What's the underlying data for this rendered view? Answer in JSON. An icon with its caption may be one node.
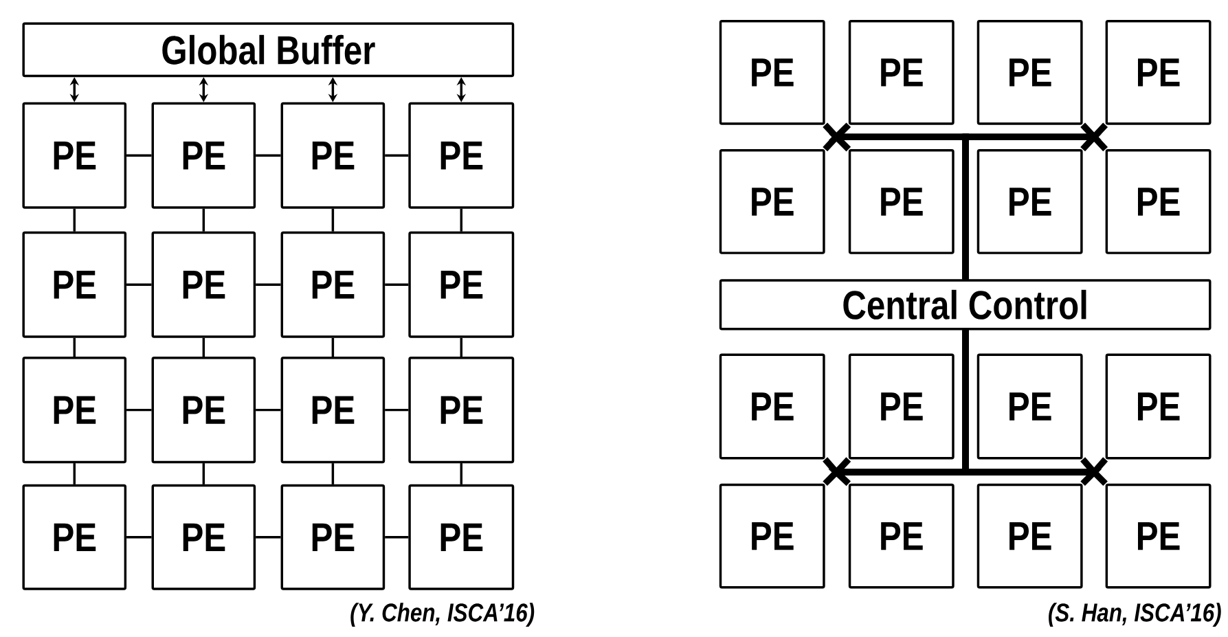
{
  "diagram": {
    "nodes": [
      {
        "text": [
          "Global Buffer"
        ]
      },
      {
        "text": [
          "PE"
        ]
      },
      {
        "text": [
          "PE"
        ]
      },
      {
        "text": [
          "PE"
        ]
      },
      {
        "text": [
          "PE"
        ]
      },
      {
        "text": [
          "PE"
        ]
      },
      {
        "text": [
          "PE"
        ]
      },
      {
        "text": [
          "PE"
        ]
      },
      {
        "text": [
          "PE"
        ]
      },
      {
        "text": [
          "PE"
        ]
      },
      {
        "text": [
          "PE"
        ]
      },
      {
        "text": [
          "PE"
        ]
      },
      {
        "text": [
          "PE"
        ]
      },
      {
        "text": [
          "PE"
        ]
      },
      {
        "text": [
          "PE"
        ]
      },
      {
        "text": [
          "PE"
        ]
      },
      {
        "text": [
          "PE"
        ]
      },
      {
        "text": [
          "PE"
        ]
      },
      {
        "text": [
          "PE"
        ]
      },
      {
        "text": [
          "PE"
        ]
      },
      {
        "text": [
          "PE"
        ]
      },
      {
        "text": [
          "PE"
        ]
      },
      {
        "text": [
          "PE"
        ]
      },
      {
        "text": [
          "PE"
        ]
      },
      {
        "text": [
          "PE"
        ]
      },
      {
        "text": [
          "Central Control"
        ]
      },
      {
        "text": [
          "PE"
        ]
      },
      {
        "text": [
          "PE"
        ]
      },
      {
        "text": [
          "PE"
        ]
      },
      {
        "text": [
          "PE"
        ]
      },
      {
        "text": [
          "PE"
        ]
      },
      {
        "text": [
          "PE"
        ]
      },
      {
        "text": [
          "PE"
        ]
      },
      {
        "text": [
          "PE"
        ]
      }
    ],
    "edges": [
      {
        "from": 0,
        "to": 1,
        "arrow": "both"
      },
      {
        "from": 0,
        "to": 2,
        "arrow": "both"
      },
      {
        "from": 0,
        "to": 3,
        "arrow": "both"
      },
      {
        "from": 0,
        "to": 4,
        "arrow": "both"
      },
      {
        "from": 1,
        "to": 2,
        "arrow": "none"
      },
      {
        "from": 2,
        "to": 3,
        "arrow": "none"
      },
      {
        "from": 3,
        "to": 4,
        "arrow": "none"
      },
      {
        "from": 5,
        "to": 6,
        "arrow": "none"
      },
      {
        "from": 6,
        "to": 7,
        "arrow": "none"
      },
      {
        "from": 7,
        "to": 8,
        "arrow": "none"
      },
      {
        "from": 9,
        "to": 10,
        "arrow": "none"
      },
      {
        "from": 10,
        "to": 11,
        "arrow": "none"
      },
      {
        "from": 11,
        "to": 12,
        "arrow": "none"
      },
      {
        "from": 13,
        "to": 14,
        "arrow": "none"
      },
      {
        "from": 14,
        "to": 15,
        "arrow": "none"
      },
      {
        "from": 15,
        "to": 16,
        "arrow": "none"
      },
      {
        "from": 1,
        "to": 5,
        "arrow": "none"
      },
      {
        "from": 5,
        "to": 9,
        "arrow": "none"
      },
      {
        "from": 9,
        "to": 13,
        "arrow": "none"
      },
      {
        "from": 2,
        "to": 6,
        "arrow": "none"
      },
      {
        "from": 6,
        "to": 10,
        "arrow": "none"
      },
      {
        "from": 10,
        "to": 14,
        "arrow": "none"
      },
      {
        "from": 3,
        "to": 7,
        "arrow": "none"
      },
      {
        "from": 7,
        "to": 11,
        "arrow": "none"
      },
      {
        "from": 11,
        "to": 15,
        "arrow": "none"
      },
      {
        "from": 4,
        "to": 8,
        "arrow": "none"
      },
      {
        "from": 8,
        "to": 12,
        "arrow": "none"
      },
      {
        "from": 12,
        "to": 16,
        "arrow": "none"
      },
      {
        "from": 25,
        "to": 17,
        "arrow": "none",
        "style": "thick"
      },
      {
        "from": 25,
        "to": 18,
        "arrow": "none",
        "style": "thick"
      },
      {
        "from": 25,
        "to": 19,
        "arrow": "none",
        "style": "thick"
      },
      {
        "from": 25,
        "to": 20,
        "arrow": "none",
        "style": "thick"
      },
      {
        "from": 25,
        "to": 21,
        "arrow": "none",
        "style": "thick"
      },
      {
        "from": 25,
        "to": 22,
        "arrow": "none",
        "style": "thick"
      },
      {
        "from": 25,
        "to": 23,
        "arrow": "none",
        "style": "thick"
      },
      {
        "from": 25,
        "to": 24,
        "arrow": "none",
        "style": "thick"
      },
      {
        "from": 25,
        "to": 26,
        "arrow": "none",
        "style": "thick"
      },
      {
        "from": 25,
        "to": 27,
        "arrow": "none",
        "style": "thick"
      },
      {
        "from": 25,
        "to": 28,
        "arrow": "none",
        "style": "thick"
      },
      {
        "from": 25,
        "to": 29,
        "arrow": "none",
        "style": "thick"
      },
      {
        "from": 25,
        "to": 30,
        "arrow": "none",
        "style": "thick"
      },
      {
        "from": 25,
        "to": 31,
        "arrow": "none",
        "style": "thick"
      },
      {
        "from": 25,
        "to": 32,
        "arrow": "none",
        "style": "thick"
      },
      {
        "from": 25,
        "to": 33,
        "arrow": "none",
        "style": "thick"
      }
    ],
    "labels": [
      "(Y. Chen, ISCA’16)",
      "(S. Han, ISCA’16)"
    ]
  }
}
